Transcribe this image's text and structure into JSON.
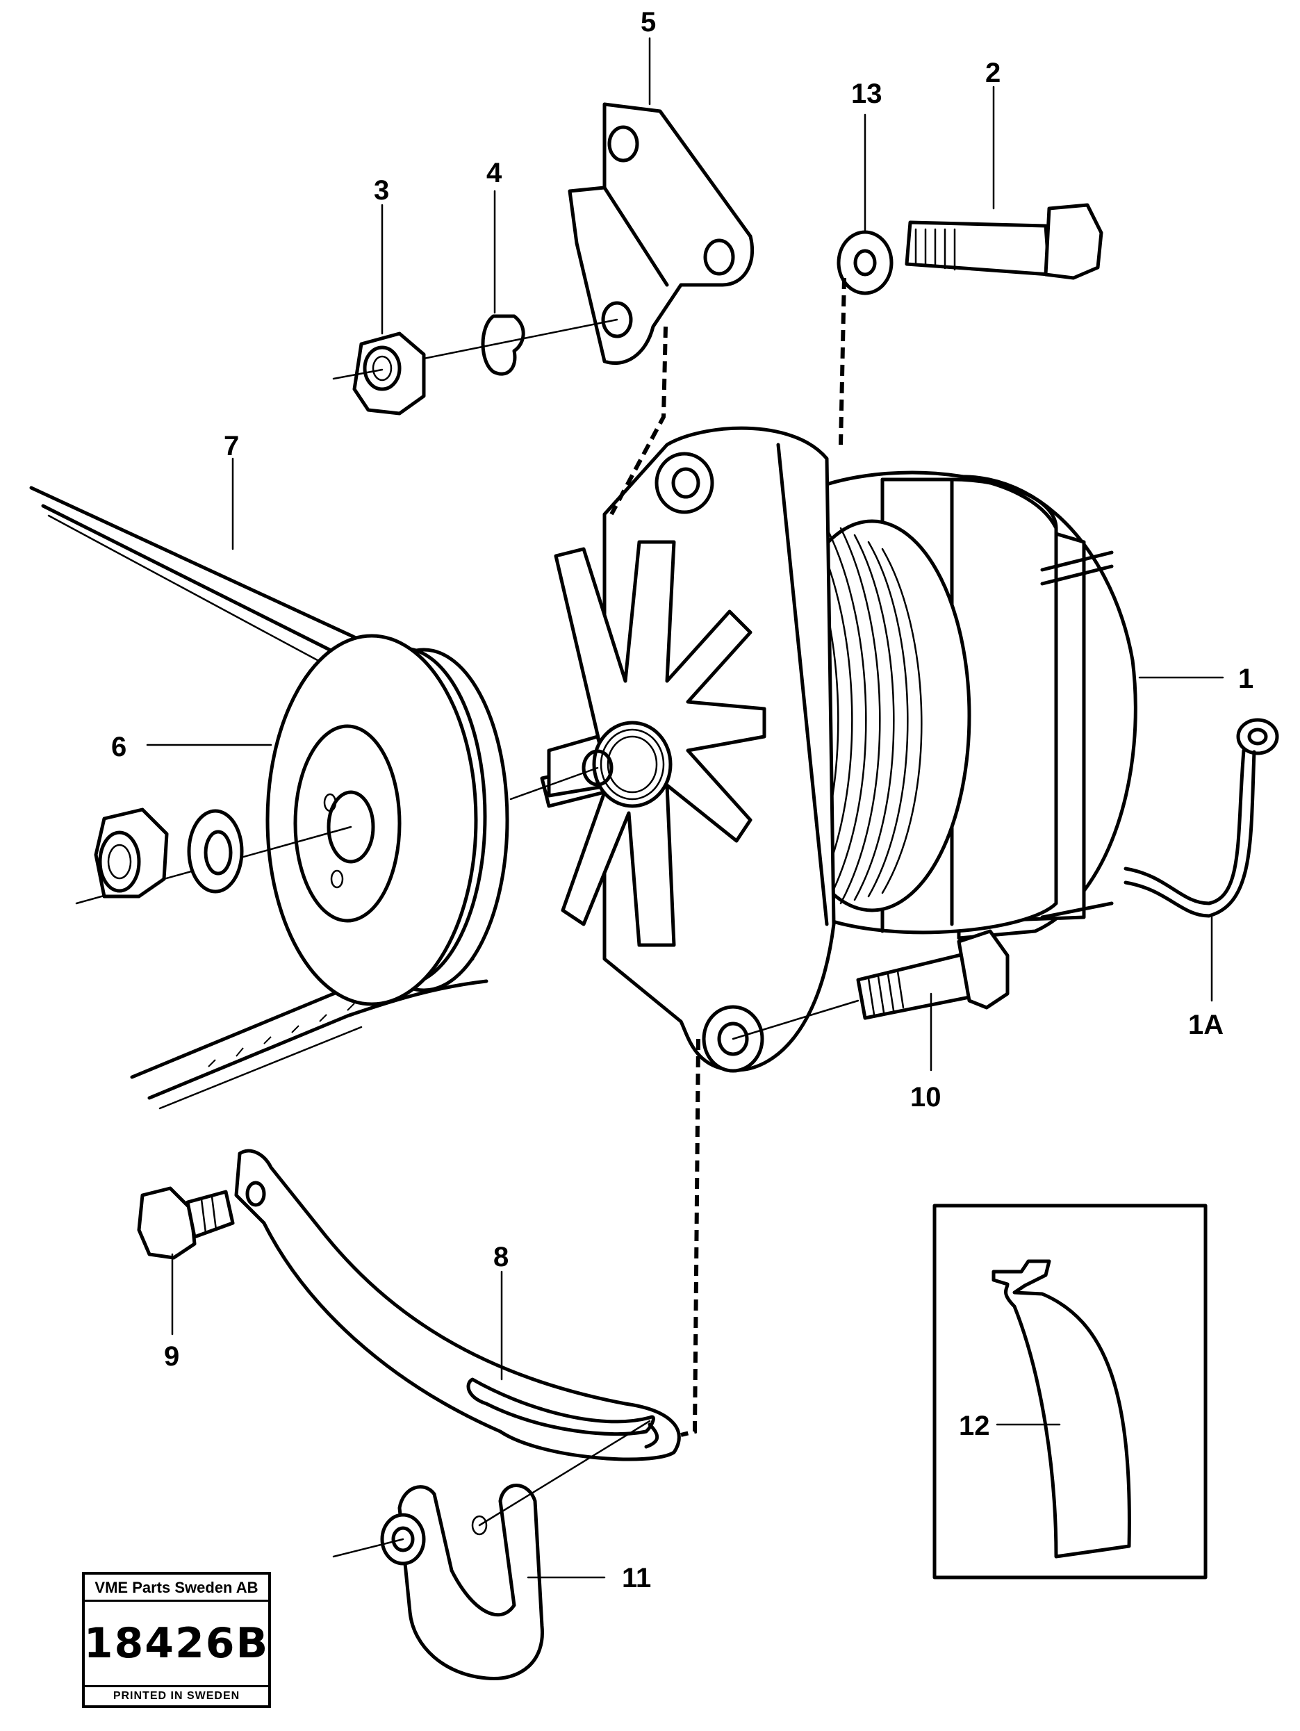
{
  "callouts": {
    "c1": "1",
    "c1a": "1A",
    "c2": "2",
    "c3": "3",
    "c4": "4",
    "c5": "5",
    "c6": "6",
    "c7": "7",
    "c8": "8",
    "c9": "9",
    "c10": "10",
    "c11": "11",
    "c12": "12",
    "c13": "13"
  },
  "stamp": {
    "company": "VME Parts Sweden AB",
    "number": "18426B",
    "footer": "PRINTED IN SWEDEN"
  }
}
